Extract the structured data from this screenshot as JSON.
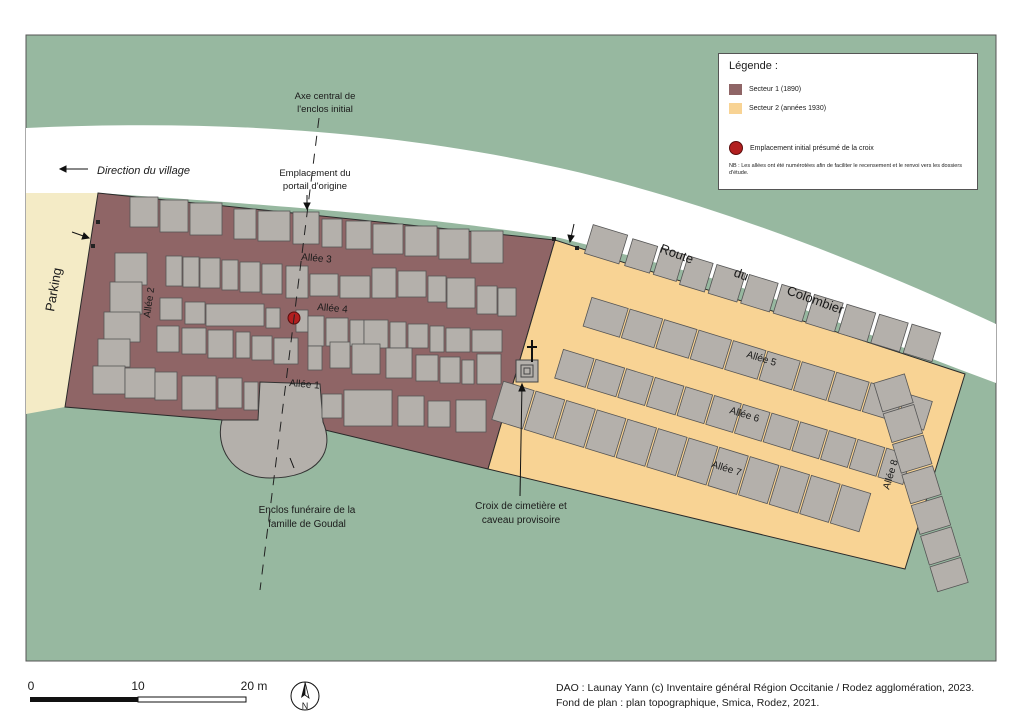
{
  "colors": {
    "sector1": "#8f6566",
    "sector2": "#f8d394",
    "cross_dot": "#b21f1f",
    "background": "#97b8a0",
    "graves": "#b4b0ab",
    "road": "#ffffff",
    "parking": "#f4ebc6"
  },
  "legend": {
    "title": "Légende :",
    "sector1": "Secteur 1 (1890)",
    "sector2": "Secteur 2 (années 1930)",
    "cross": "Emplacement initial présumé de la croix",
    "note": "NB : Les allées ont été numérotées afin de faciliter le recensement et le renvoi vers les dossiers d'étude."
  },
  "labels": {
    "direction_village": "Direction du village",
    "parking": "Parking",
    "route": [
      "Route",
      "du",
      "Colombier"
    ],
    "axe_line1": "Axe central de",
    "axe_line2": "l'enclos initial",
    "portail_line1": "Emplacement du",
    "portail_line2": "portail d'origine",
    "enclos_line1": "Enclos funéraire de la",
    "enclos_line2": "famille de Goudal",
    "croix_line1": "Croix de cimetière et",
    "croix_line2": "caveau provisoire"
  },
  "alleys": {
    "a1": "Allée 1",
    "a2": "Allée 2",
    "a3": "Allée 3",
    "a4": "Allée 4",
    "a5": "Allée 5",
    "a6": "Allée 6",
    "a7": "Allée 7",
    "a8": "Allée 8"
  },
  "scale": {
    "t0": "0",
    "t10": "10",
    "t20": "20 m"
  },
  "north": "N",
  "credits": {
    "line1": "DAO : Launay Yann (c) Inventaire général Région Occitanie / Rodez agglomération, 2023.",
    "line2": "Fond de plan : plan topographique, Smica, Rodez, 2021."
  }
}
